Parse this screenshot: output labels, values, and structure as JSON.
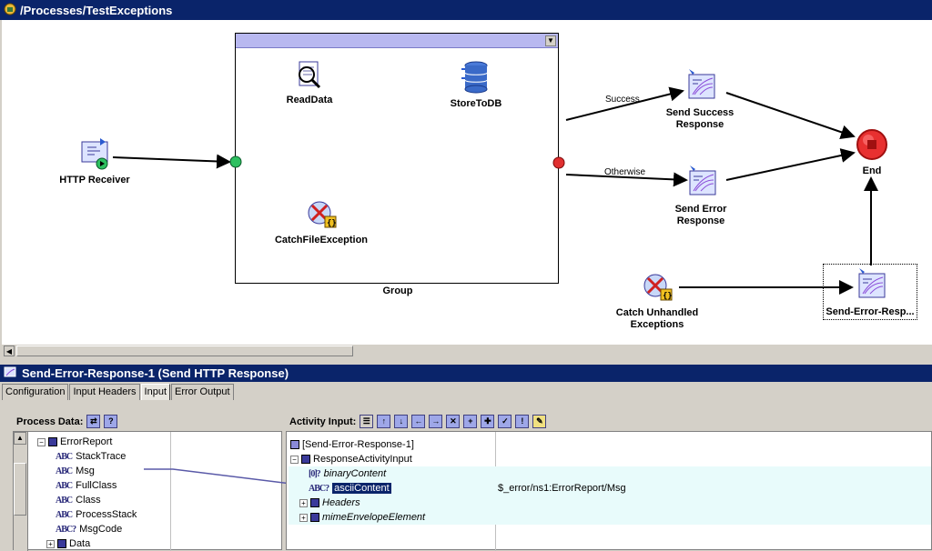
{
  "window": {
    "title": "/Processes/TestExceptions"
  },
  "canvas": {
    "group_label": "Group",
    "nodes": {
      "http_receiver": "HTTP Receiver",
      "read_data": "ReadData",
      "store_to_db": "StoreToDB",
      "catch_file_exception": "CatchFileException",
      "send_success": [
        "Send Success",
        "Response"
      ],
      "send_error": [
        "Send Error",
        "Response"
      ],
      "end": "End",
      "catch_unhandled": [
        "Catch Unhandled",
        "Exceptions"
      ],
      "send_error_resp": "Send-Error-Resp..."
    },
    "transitions": {
      "success": "Success",
      "otherwise": "Otherwise"
    }
  },
  "panel": {
    "title": "Send-Error-Response-1 (Send HTTP Response)",
    "tabs": [
      "Configuration",
      "Input Headers",
      "Input",
      "Error Output"
    ],
    "active_tab": "Input"
  },
  "process_data": {
    "header": "Process Data:",
    "root": "ErrorReport",
    "fields": [
      "StackTrace",
      "Msg",
      "FullClass",
      "Class",
      "ProcessStack",
      "MsgCode"
    ],
    "data_node": "Data"
  },
  "activity_input": {
    "header": "Activity Input:",
    "root": "[Send-Error-Response-1]",
    "input": "ResponseActivityInput",
    "fields": [
      "binaryContent",
      "asciiContent",
      "Headers",
      "mimeEnvelopeElement"
    ],
    "mapping": "$_error/ns1:ErrorReport/Msg"
  },
  "colors": {
    "title_bar": "#0a246a",
    "error_path": "#e03030",
    "group_header": "#b8b8f0"
  }
}
